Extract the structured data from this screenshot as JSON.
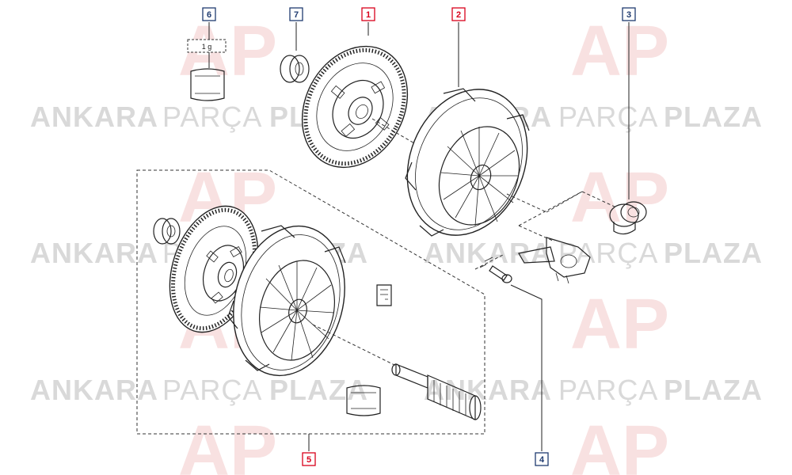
{
  "watermark": {
    "text_1": "ANKARA",
    "text_2": "PARÇA",
    "text_3": "PLAZA",
    "logo_letters": "AP"
  },
  "callouts": [
    {
      "id": "c1",
      "label": "1",
      "highlight": true
    },
    {
      "id": "c2",
      "label": "2",
      "highlight": true
    },
    {
      "id": "c3",
      "label": "3",
      "highlight": false
    },
    {
      "id": "c4",
      "label": "4",
      "highlight": false
    },
    {
      "id": "c5",
      "label": "5",
      "highlight": true
    },
    {
      "id": "c6",
      "label": "6",
      "highlight": false
    },
    {
      "id": "c7",
      "label": "7",
      "highlight": false
    }
  ],
  "grease_tag": "1 g",
  "colors": {
    "highlight": "#d9001b",
    "normal": "#1f3b70",
    "line": "#222222",
    "watermark": "#d9d9d9",
    "watermark_logo": "#f3c9c9"
  }
}
